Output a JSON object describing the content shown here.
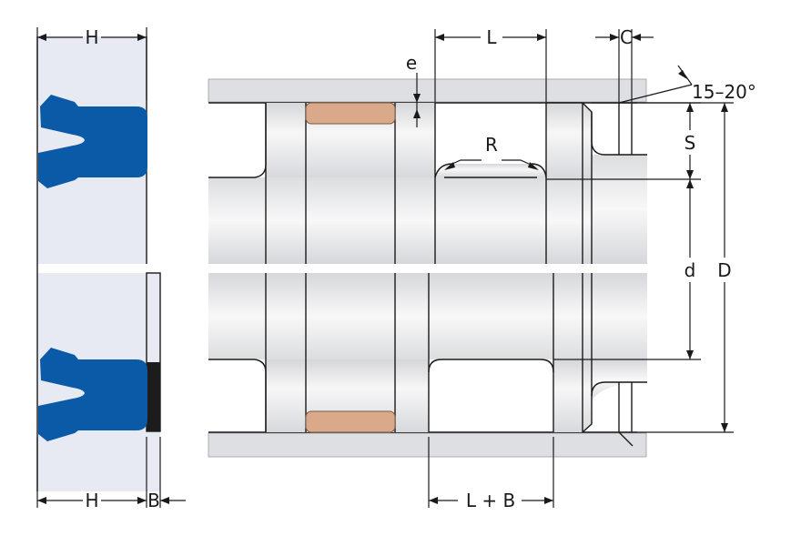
{
  "labels": {
    "h_top": "H",
    "h_bottom": "H",
    "b": "B",
    "e": "e",
    "l": "L",
    "c": "C",
    "angle": "15–20°",
    "r": "R",
    "s": "S",
    "d_small": "d",
    "d_big": "D",
    "l_plus_b": "L + B"
  },
  "colors": {
    "seal": "#0a5aa8",
    "guide_ring": "#d9a98a",
    "housing": "#dedfe2",
    "seal_background": "#e8eaf3",
    "backup_ring": "#1c1c1c",
    "line": "#1a1a1a"
  }
}
